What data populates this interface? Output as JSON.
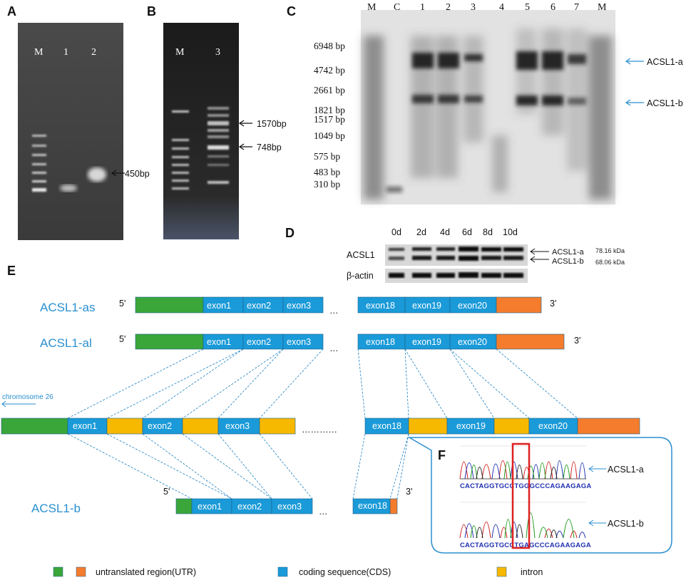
{
  "panels": {
    "A": "A",
    "B": "B",
    "C": "C",
    "D": "D",
    "E": "E",
    "F": "F"
  },
  "panelA": {
    "lanes": [
      "M",
      "1",
      "2"
    ],
    "marker": "450bp"
  },
  "panelB": {
    "lanes": [
      "M",
      "3"
    ],
    "markers": [
      "1570bp",
      "748bp"
    ]
  },
  "panelC": {
    "lanes": [
      "M",
      "C",
      "1",
      "2",
      "3",
      "4",
      "5",
      "6",
      "7",
      "M"
    ],
    "ladder": [
      "6948 bp",
      "4742 bp",
      "2661 bp",
      "1821 bp",
      "1517 bp",
      "1049 bp",
      "575 bp",
      "483 bp",
      "310 bp"
    ],
    "arrows": [
      "ACSL1-a",
      "ACSL1-b"
    ]
  },
  "panelD": {
    "days": [
      "0d",
      "2d",
      "4d",
      "6d",
      "8d",
      "10d"
    ],
    "rows": [
      "ACSL1",
      "β-actin"
    ],
    "arrows": [
      "ACSL1-a",
      "ACSL1-b"
    ],
    "kda": [
      "78.16 kDa",
      "68.06 kDa"
    ]
  },
  "panelE": {
    "isoforms": [
      "ACSL1-as",
      "ACSL1-al",
      "ACSL1-b"
    ],
    "five": "5'",
    "three": "3'",
    "exons": [
      "exon1",
      "exon2",
      "exon3",
      "exon18",
      "exon19",
      "exon20"
    ],
    "ellipsis": "…",
    "gap": "…………",
    "chromosome": "chromosome 26"
  },
  "panelF": {
    "labels": [
      "ACSL1-a",
      "ACSL1-b"
    ],
    "seq": [
      "CACTAGGTGCCTGGGCCCAGAAGAGA",
      "CACTAGGTGCCTGAGCCCAGAAGAGA"
    ]
  },
  "legend": {
    "utr": "untranslated region(UTR)",
    "cds": "coding sequence(CDS)",
    "intron": "intron"
  },
  "colors": {
    "utr5": "#3aa63a",
    "utr3": "#f47c2c",
    "cds": "#1a9ad8",
    "intron": "#f7b800",
    "label": "#2a8fd0",
    "red": "#e02020"
  }
}
